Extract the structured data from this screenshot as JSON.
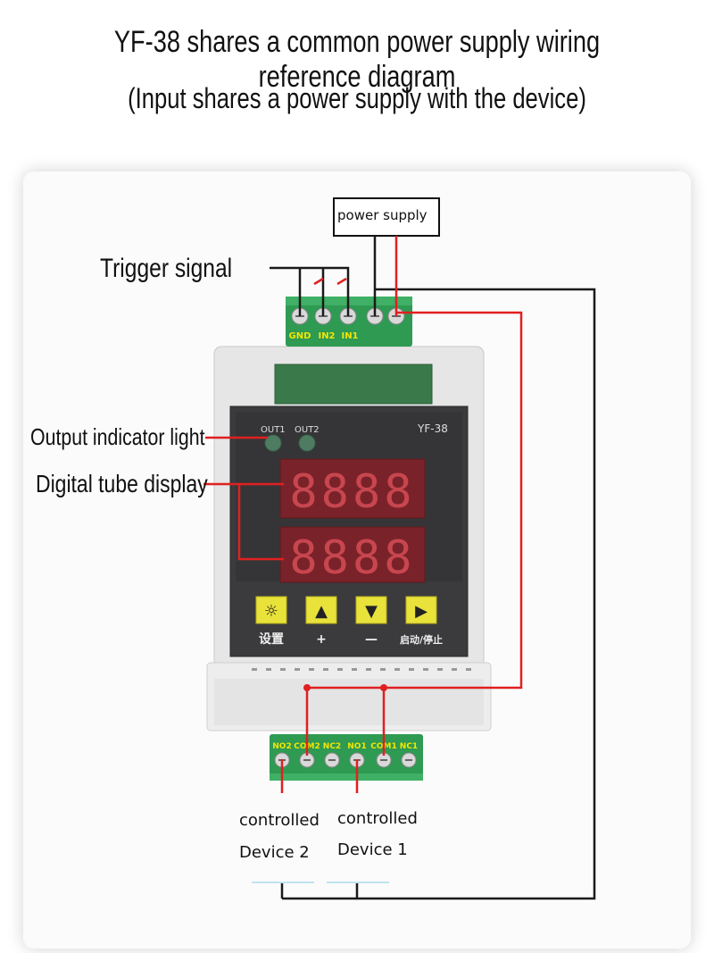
{
  "title": {
    "line1": "YF-38 shares a common power supply wiring reference diagram",
    "line2": "(Input shares a power supply with the device)"
  },
  "labels": {
    "power_supply": "power supply",
    "trigger_signal": "Trigger signal",
    "output_indicator": "Output indicator light",
    "digital_display": "Digital tube display",
    "controlled_device_2_line1": "controlled",
    "controlled_device_2_line2": "Device 2",
    "controlled_device_1_line1": "controlled",
    "controlled_device_1_line2": "Device 1"
  },
  "device": {
    "model": "YF-38",
    "indicator_1": "OUT1",
    "indicator_2": "OUT2",
    "display_1_value": "8888",
    "display_2_value": "8888",
    "buttons": [
      {
        "symbol": "☼",
        "caption": "设置",
        "icon": "gear-icon"
      },
      {
        "symbol": "▲",
        "caption": "+",
        "icon": "up-arrow-icon"
      },
      {
        "symbol": "▼",
        "caption": "—",
        "icon": "down-arrow-icon"
      },
      {
        "symbol": "▶",
        "caption": "启动/停止",
        "icon": "start-stop-icon"
      }
    ],
    "top_terminals": [
      "GND",
      "IN2",
      "IN1"
    ],
    "bottom_terminals": [
      "NO2",
      "COM2",
      "NC2",
      "NO1",
      "COM1",
      "NC1"
    ]
  },
  "colors": {
    "wire_black": "#1a1a1a",
    "wire_red": "#e02020",
    "terminal_green": "#2e9a52",
    "terminal_label": "#f2e600",
    "display_bg": "#8a2a31",
    "display_digit": "#c94a52",
    "button_yellow": "#e8e23a"
  }
}
